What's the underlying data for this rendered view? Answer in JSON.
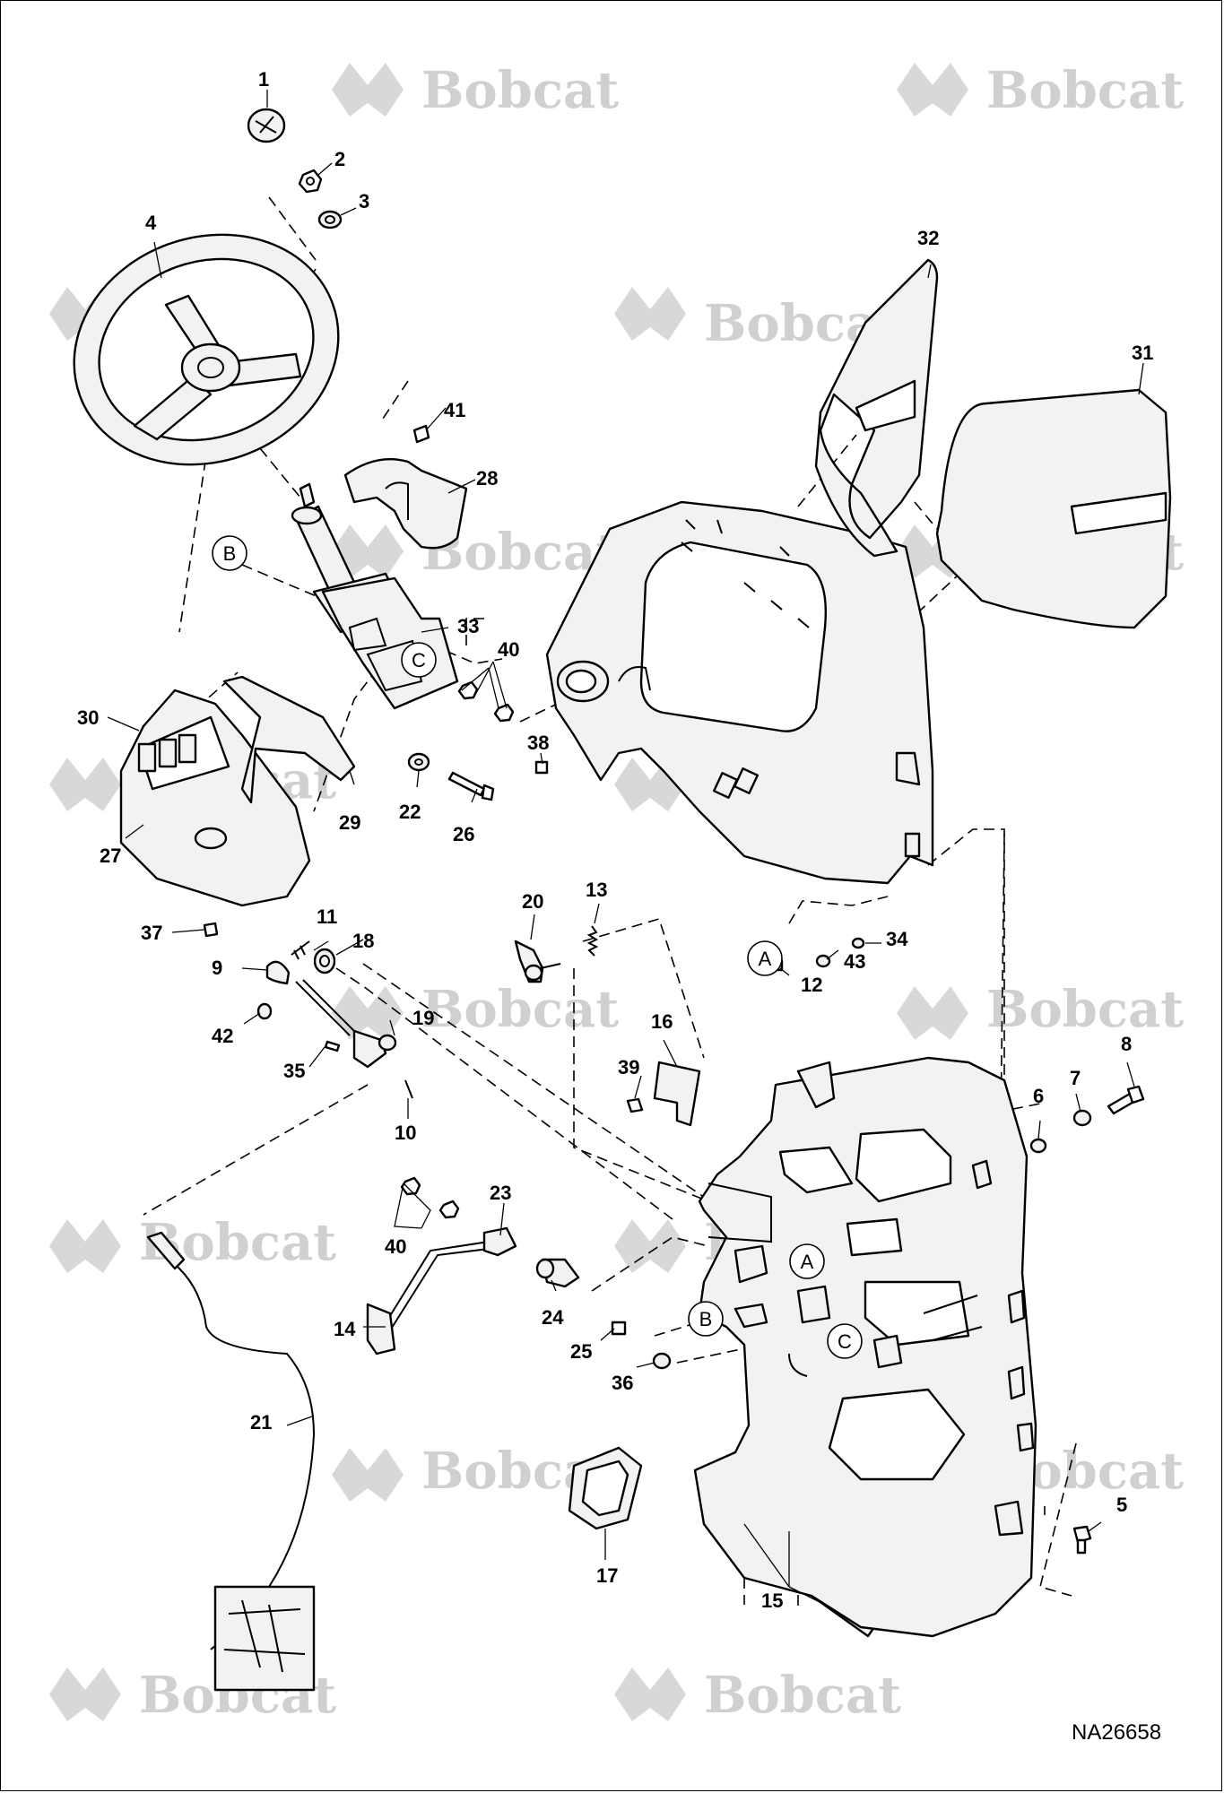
{
  "watermark": "Bobcat",
  "drawing_id": "NA26658",
  "callouts": [
    "1",
    "2",
    "3",
    "4",
    "5",
    "6",
    "7",
    "8",
    "9",
    "10",
    "11",
    "12",
    "13",
    "14",
    "15",
    "16",
    "17",
    "18",
    "19",
    "20",
    "21",
    "22",
    "23",
    "24",
    "25",
    "26",
    "27",
    "28",
    "29",
    "30",
    "31",
    "32",
    "33",
    "34",
    "35",
    "36",
    "37",
    "38",
    "39",
    "40",
    "40",
    "41",
    "42",
    "43"
  ],
  "reference_marks": [
    "A",
    "A",
    "B",
    "B",
    "C",
    "C"
  ]
}
